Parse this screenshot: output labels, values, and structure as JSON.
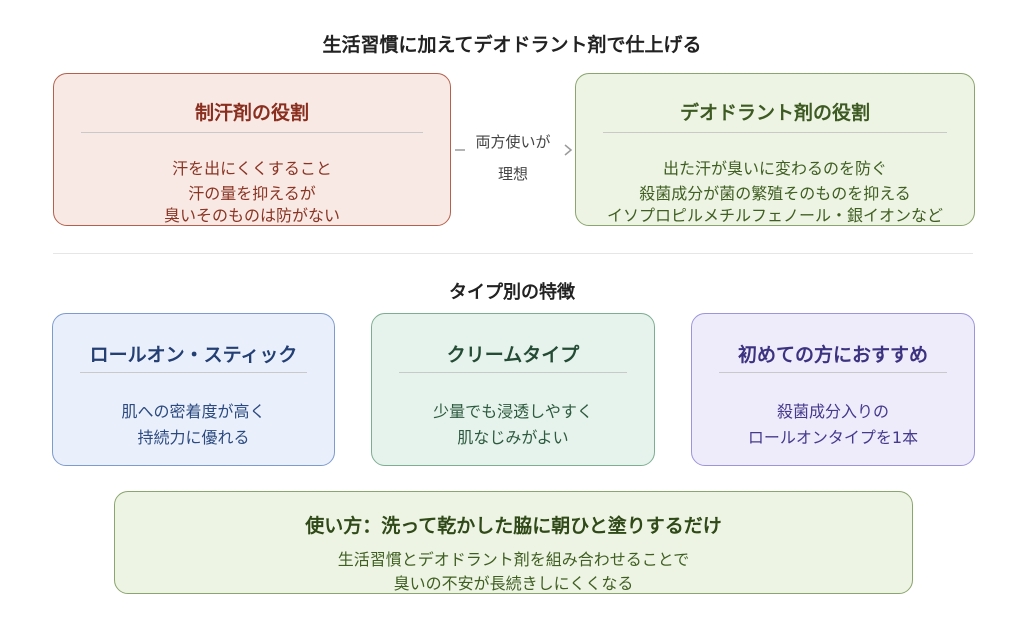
{
  "main_title": "生活習慣に加えてデオドラント剤で仕上げる",
  "antiperspirant": {
    "title": "制汗剤の役割",
    "lines": [
      "汗を出にくくすること",
      "汗の量を抑えるが",
      "臭いそのものは防がない"
    ]
  },
  "connector": {
    "line1": "両方使いが",
    "line2": "理想"
  },
  "deodorant": {
    "title": "デオドラント剤の役割",
    "lines": [
      "出た汗が臭いに変わるのを防ぐ",
      "殺菌成分が菌の繁殖そのものを抑える",
      "イソプロピルメチルフェノール・銀イオンなど"
    ]
  },
  "section_title": "タイプ別の特徴",
  "types": [
    {
      "title": "ロールオン・スティック",
      "lines": [
        "肌への密着度が高く",
        "持続力に優れる"
      ]
    },
    {
      "title": "クリームタイプ",
      "lines": [
        "少量でも浸透しやすく",
        "肌なじみがよい"
      ]
    },
    {
      "title": "初めての方におすすめ",
      "lines": [
        "殺菌成分入りの",
        "ロールオンタイプを1本"
      ]
    }
  ],
  "usage": {
    "title": "使い方：洗って乾かした脇に朝ひと塗りするだけ",
    "lines": [
      "生活習慣とデオドラント剤を組み合わせることで",
      "臭いの不安が長続きしにくくなる"
    ]
  }
}
